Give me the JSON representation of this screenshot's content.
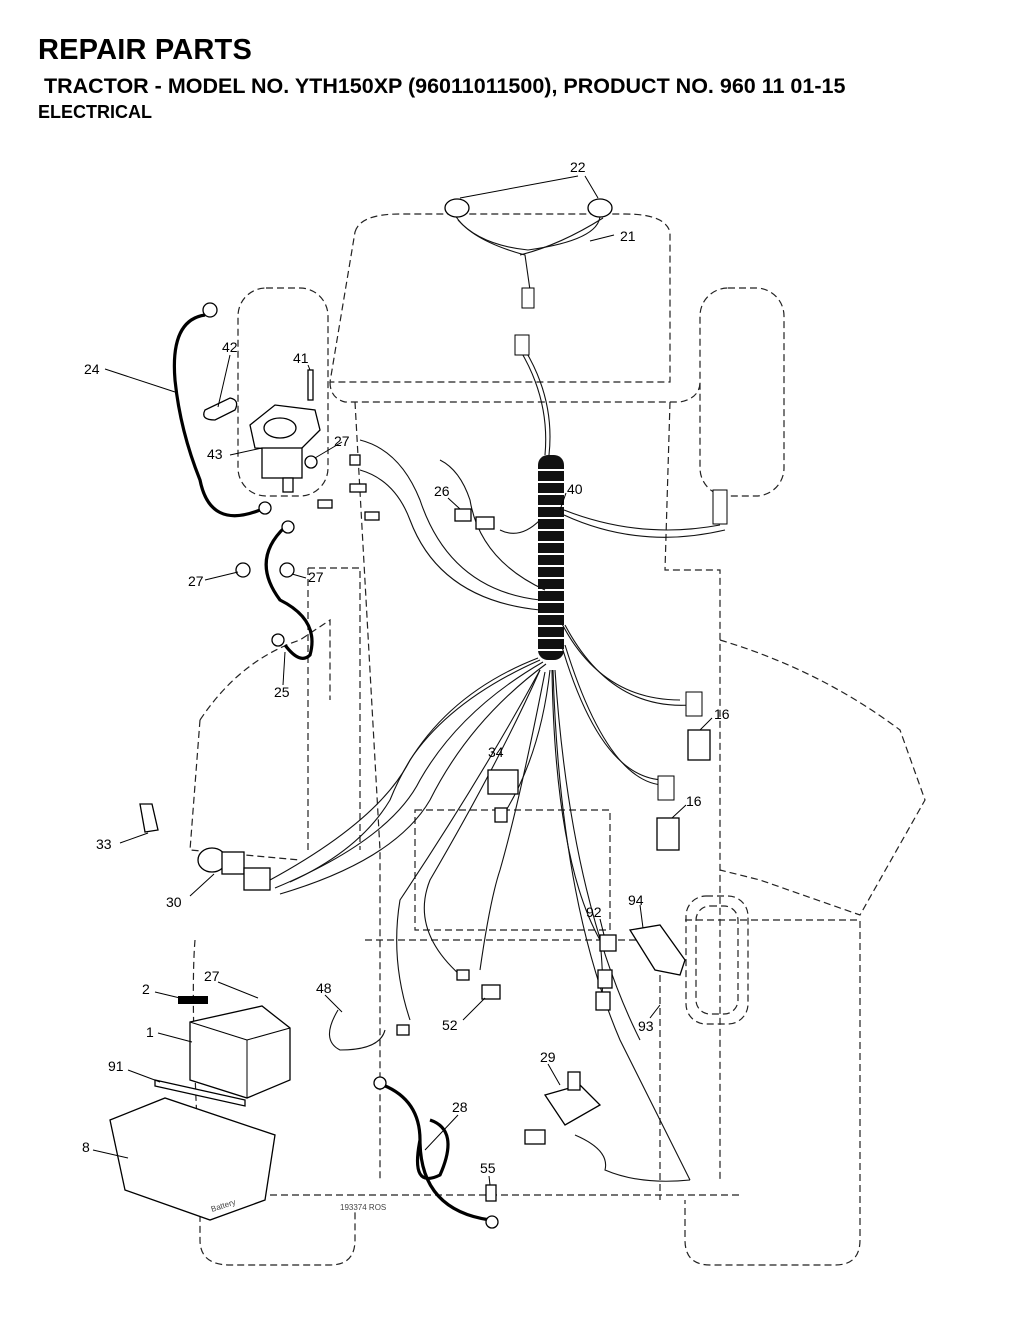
{
  "header": {
    "title": "REPAIR PARTS",
    "subtitle": "TRACTOR - MODEL NO. YTH150XP (96011011500), PRODUCT NO. 960 11 01-15",
    "section": "ELECTRICAL"
  },
  "callouts": {
    "c22": "22",
    "c21": "21",
    "c42": "42",
    "c41": "41",
    "c24": "24",
    "c27a": "27",
    "c43": "43",
    "c26": "26",
    "c40": "40",
    "c27b": "27",
    "c27c": "27",
    "c25": "25",
    "c16a": "16",
    "c34": "34",
    "c16b": "16",
    "c33": "33",
    "c30": "30",
    "c92": "92",
    "c94": "94",
    "c2": "2",
    "c27d": "27",
    "c48": "48",
    "c52": "52",
    "c93": "93",
    "c1": "1",
    "c91": "91",
    "c29": "29",
    "c28": "28",
    "c8": "8",
    "c55": "55"
  },
  "drawing": {
    "drawing_number": "193374 ROS",
    "battery_tray_text": "Battery"
  }
}
